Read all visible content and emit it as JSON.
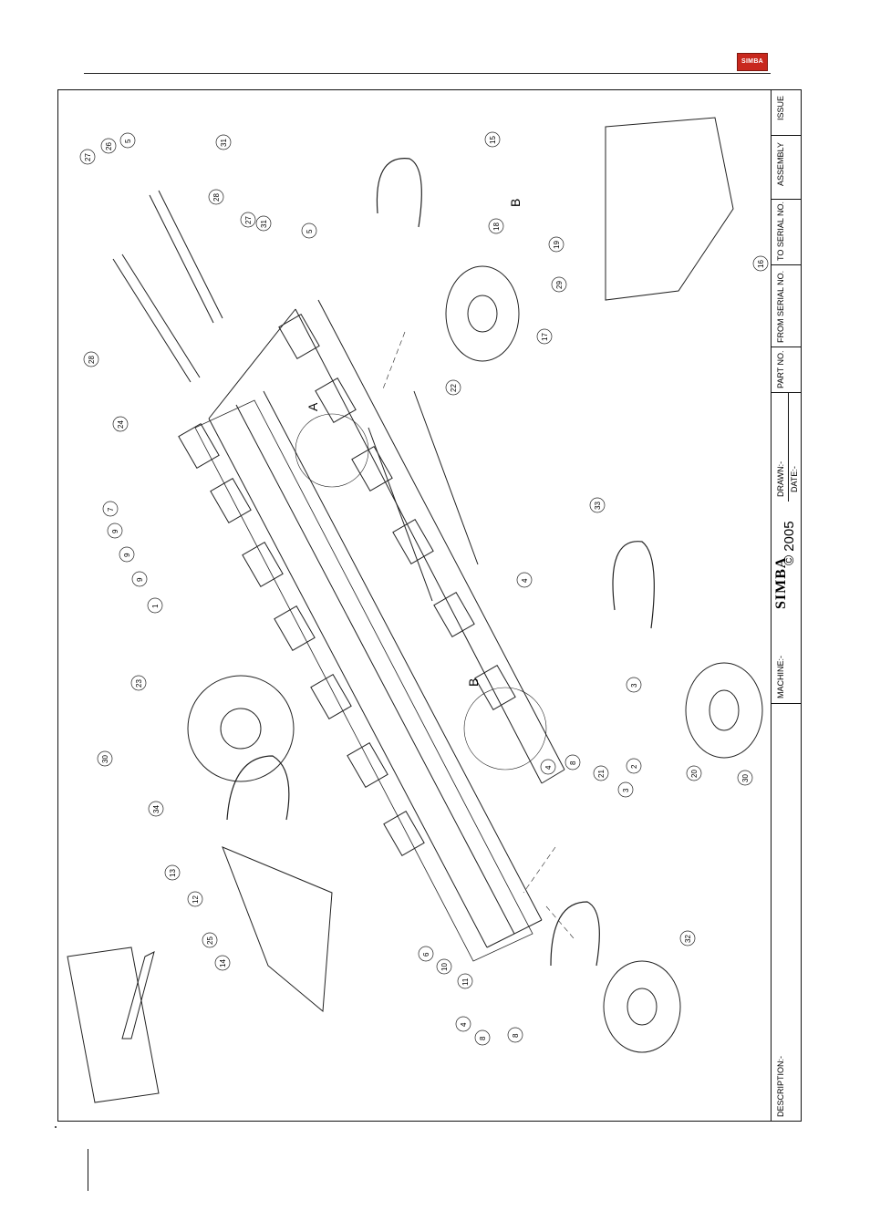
{
  "header": {
    "logo_text": "SIMBA"
  },
  "title_block": {
    "description_label": "DESCRIPTION:-",
    "machine_label": "MACHINE:-",
    "brand": "SIMBA",
    "copyright": "© 2005",
    "drawn_label": "DRAWN:-",
    "date_label": "DATE:-",
    "part_no_label": "PART NO.",
    "from_serial_label": "FROM SERIAL NO.",
    "to_serial_label": "TO SERIAL NO.",
    "assembly_label": "ASSEMBLY",
    "issue_label": "ISSUE"
  },
  "drawing": {
    "view_labels": [
      "A",
      "B",
      "B"
    ],
    "callouts": [
      "27",
      "26",
      "5",
      "31",
      "28",
      "27",
      "31",
      "5",
      "28",
      "24",
      "15",
      "18",
      "19",
      "16",
      "29",
      "17",
      "22",
      "7",
      "9",
      "9",
      "9",
      "1",
      "33",
      "4",
      "3",
      "23",
      "30",
      "34",
      "2",
      "8",
      "21",
      "3",
      "4",
      "20",
      "30",
      "13",
      "12",
      "25",
      "14",
      "6",
      "10",
      "11",
      "4",
      "8",
      "8",
      "32"
    ]
  }
}
